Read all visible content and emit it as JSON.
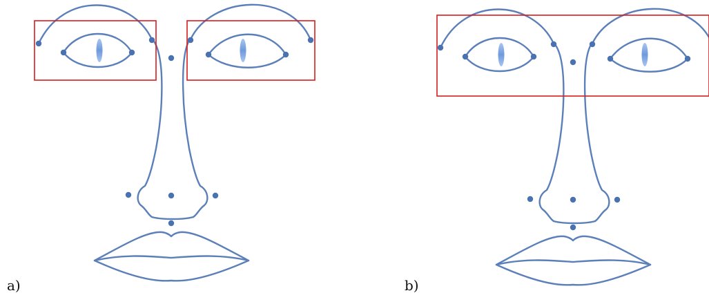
{
  "panels": [
    {
      "id": "a",
      "label": "a)",
      "box_mode": "separate-eye-boxes"
    },
    {
      "id": "b",
      "label": "b)",
      "box_mode": "single-eyes-box"
    }
  ],
  "colors": {
    "outline": "#5b7fb8",
    "landmark": "#4a72b0",
    "pupil_light": "#a9c6f2",
    "pupil_dark": "#6f9ad9",
    "bounding_box": "#d61c1c",
    "background": "#ffffff"
  }
}
